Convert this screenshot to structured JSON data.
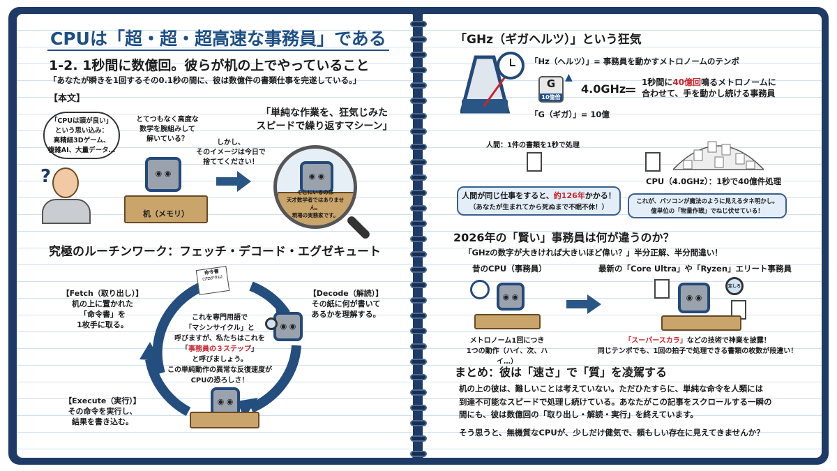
{
  "left": {
    "title": "CPUは「超・超・超高速な事務員」である",
    "subtitle": "1-2. 1秒間に数億回。彼らが机の上でやっていること",
    "quote": "「あなたが瞬きを1回するその0.1秒の間に、彼は数億件の書類仕事を完遂している。」",
    "body_label": "【本文】",
    "thought": [
      "「CPUは頭が良い」",
      "という思い込み：",
      "高精細3Dゲーム、",
      "複雑AI、大量データ…"
    ],
    "wonder": [
      "とてつもなく高度な",
      "数学を腕組みして",
      "解いている？"
    ],
    "desk_label": "机（メモリ）",
    "however": [
      "しかし、",
      "そのイメージは今日で",
      "捨ててください！"
    ],
    "machine_quote": [
      "「単純な作業を、狂気じみた",
      "スピードで繰り返すマシーン」"
    ],
    "magnifier_caption": [
      "そこにいるのは",
      "天才数学者ではありません。",
      "現場の実務家です。"
    ],
    "cycle_heading": "究極のルーチンワーク：フェッチ・デコード・エグゼキュート",
    "instruction_paper": [
      "命令書",
      "（プログラム）"
    ],
    "fetch": {
      "title": "【Fetch（取り出し）】",
      "text": [
        "机の上に置かれた",
        "「命令書」を",
        "1枚手に取る。"
      ]
    },
    "decode": {
      "title": "【Decode（解読）】",
      "text": [
        "その紙に何が書いて",
        "あるかを理解する。"
      ]
    },
    "execute": {
      "title": "【Execute（実行）】",
      "text": [
        "その命令を実行し、",
        "結果を書き込む。"
      ]
    },
    "center": {
      "l1": "これを専門用語で",
      "l2": "「マシンサイクル」と",
      "l3": "呼びますが、私たちはこれを",
      "l4_open": "「",
      "l4_red": "事務員の３ステップ",
      "l4_close": "」",
      "l5": "と呼びましょう。",
      "l6": "この単純動作の異常な反復速度が",
      "l7": "CPUの恐ろしさ！"
    }
  },
  "right": {
    "ghz_heading": "「GHz（ギガヘルツ）」という狂気",
    "hz_def": "「Hz（ヘルツ）」= 事務員を動かすメトロノームのテンポ",
    "g_badge": "G",
    "g_badge_sub": "10億倍",
    "ghz_value": "4.0GHz",
    "equals": "＝",
    "ghz_desc1_pre": "1秒間に",
    "ghz_desc1_red": "40億回",
    "ghz_desc1_post": "鳴るメトロノームに",
    "ghz_desc2": "合わせて、手を動かし続ける事務員",
    "g_def": "「G（ギガ）」= 10億",
    "human_label": "人間：1件の書類を1秒で処理",
    "cpu_label": "CPU（4.0GHz）：1秒で40億件処理",
    "human_bubble_pre": "人間が同じ仕事をすると、",
    "human_bubble_red": "約126年",
    "human_bubble_post": "かかる！",
    "human_bubble_sub": "（あなたが生まれてから死ぬまで不眠不休！）",
    "cpu_bubble": [
      "これが、パソコンが魔法のように見えるタネ明かし。",
      "億単位の「物量作戦」でねじ伏せている！"
    ],
    "smart_heading": "2026年の「賢い」事務員は何が違うのか？",
    "smart_sub": "「GHzの数字が大きければ大きいほど偉い？」半分正解、半分間違い！",
    "old_label": "昔のCPU（事務員）",
    "new_label": "最新の「Core Ultra」や「Ryzen」エリート事務員",
    "old_caption": [
      "メトロノーム1回につき",
      "1つの動作（ハイ、次、ハイ…）"
    ],
    "new_caption_red": "「スーパースカラ」",
    "new_caption_post": "などの技術で神業を披露！",
    "new_caption2": "同じテンポでも、1回の拍子で処理できる書類の枚数が段違い！",
    "magnifier_text": "定しろ",
    "summary_heading": "まとめ：彼は「速さ」で「質」を凌駕する",
    "summary": [
      "机の上の彼は、難しいことは考えていない。ただひたすらに、単純な命令を人類には",
      "到達不可能なスピードで処理し続けている。あなたがこの記事をスクロールする一瞬の",
      "間にも、彼は数億回の「取り出し・解読・実行」を終えています。"
    ],
    "closing": "そう思うと、無機質なCPUが、少しだけ健気で、頼もしい存在に見えてきませんか？"
  },
  "colors": {
    "cover": "#1d3b66",
    "title": "#1d4f85",
    "accent_red": "#c8262c",
    "bubble": "#e3eef9"
  }
}
